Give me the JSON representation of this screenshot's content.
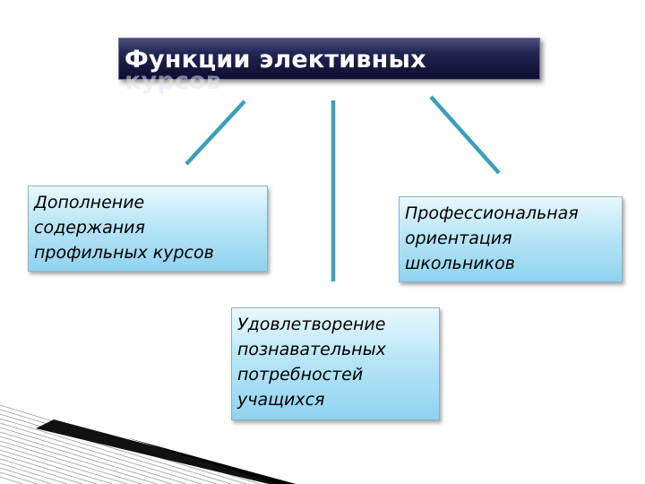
{
  "title": {
    "line1": "Функции элективных",
    "line2": "курсов"
  },
  "boxes": {
    "left": [
      "Дополнение",
      "содержания",
      "профильных курсов"
    ],
    "right": [
      "Профессиональная",
      "ориентация",
      "школьников"
    ],
    "bottom": [
      "Удовлетворение",
      "познавательных",
      "потребностей",
      "учащихся"
    ]
  },
  "colors": {
    "title_bg": "#1b1d48",
    "box_fill": "#b9e6f6",
    "connector": "#3aa0b8"
  }
}
